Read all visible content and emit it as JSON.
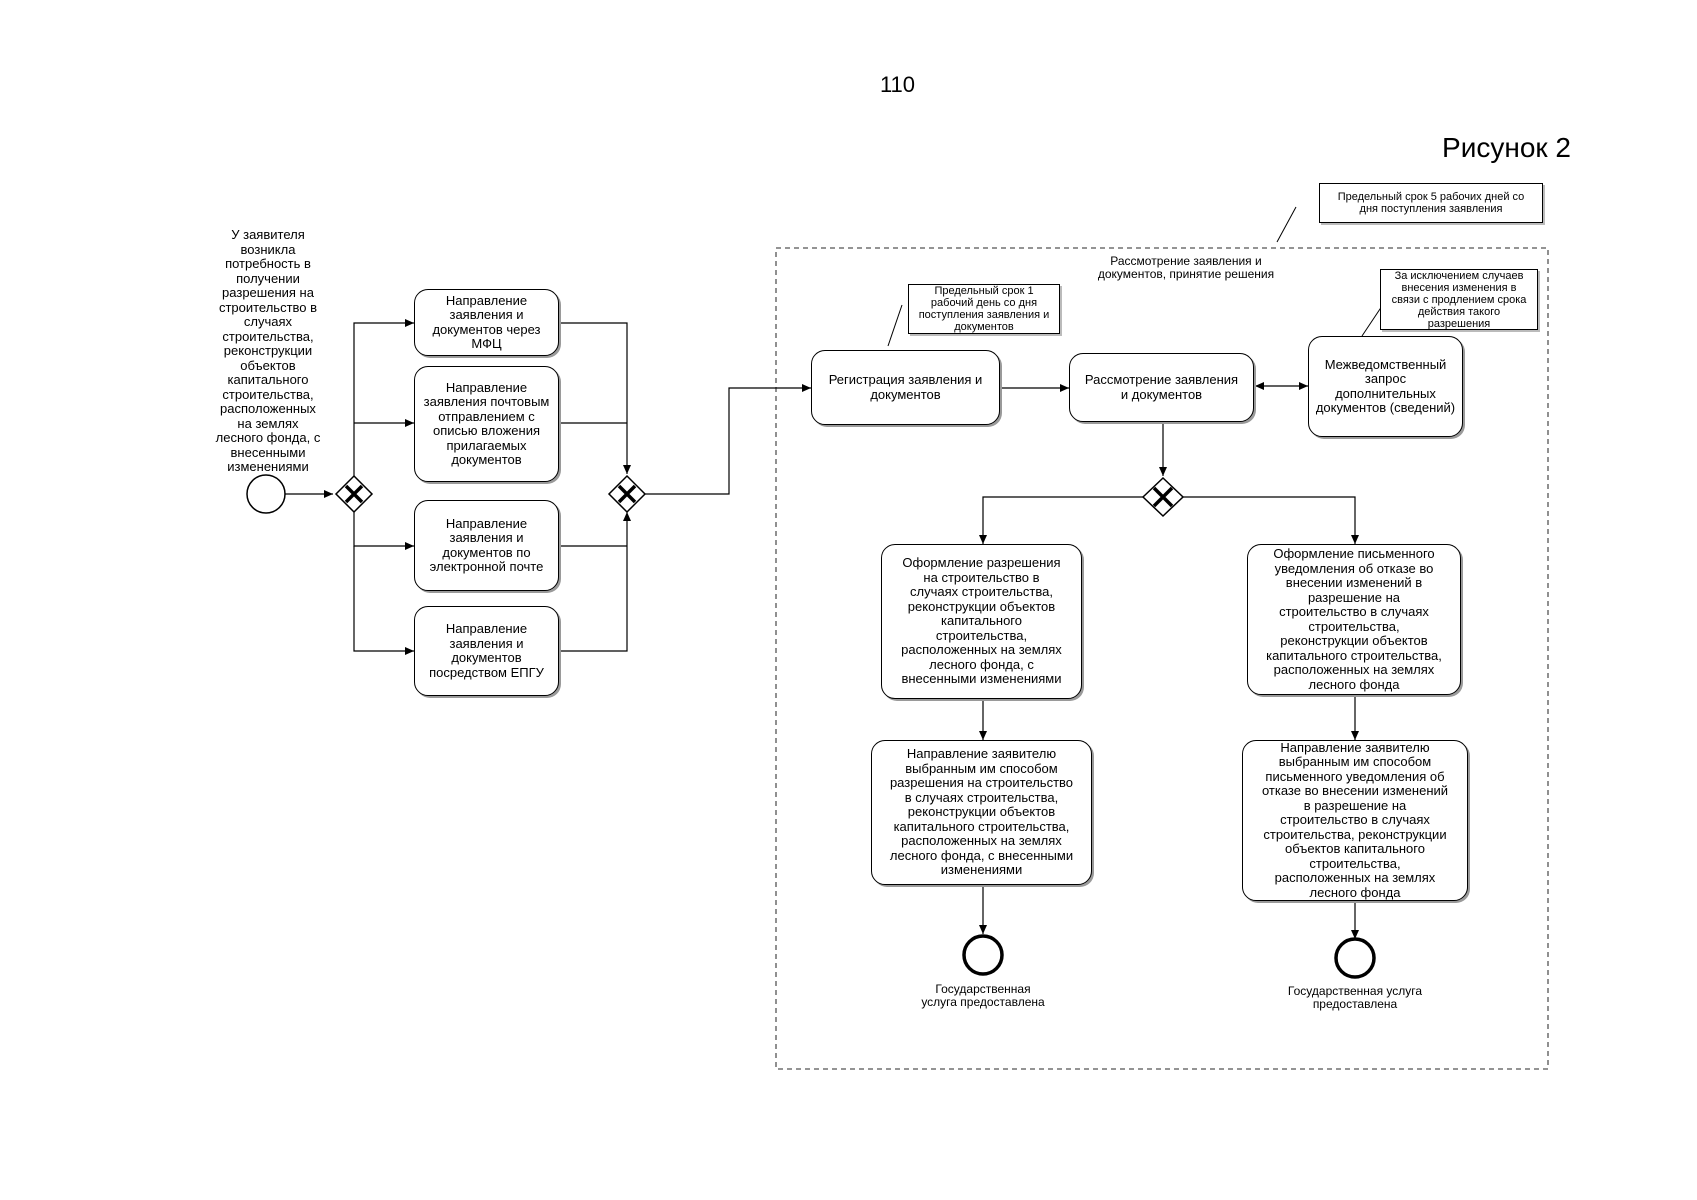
{
  "page_number": "110",
  "figure_title": "Рисунок 2",
  "start_event_label": "У заявителя возникла потребность в получении разрешения на строительство в случаях строительства, реконструкции объектов капитального строительства, расположенных на землях лесного фонда, с внесенными изменениями",
  "submission_channels": [
    "Направление заявления и документов через МФЦ",
    "Направление заявления почтовым отправлением с описью вложения прилагаемых документов",
    "Направление заявления и документов по электронной почте",
    "Направление заявления и документов посредством ЕПГУ"
  ],
  "pool": {
    "label": "Рассмотрение заявления и\nдокументов, принятие решения",
    "deadline_note": "Предельный срок 5 рабочих дней со\nдня поступления заявления"
  },
  "tasks": {
    "registration": "Регистрация заявления и\nдокументов",
    "registration_note": "Предельный срок 1\nрабочий день со дня\nпоступления заявления и\nдокументов",
    "review": "Рассмотрение заявления\nи документов",
    "interagency": "Межведомственный\nзапрос дополнительных\nдокументов (сведений)",
    "interagency_note": "За исключением случаев\nвнесения изменения в\nсвязи с продлением срока\nдействия такого\nразрешения",
    "issue_permit": "Оформление разрешения\nна строительство в\nслучаях строительства,\nреконструкции объектов\nкапитального\nстроительства,\nрасположенных на землях\nлесного фонда, с\nвнесенными изменениями",
    "send_permit": "Направление заявителю\nвыбранным им способом\nразрешения на строительство\nв случаях строительства,\nреконструкции объектов\nкапитального строительства,\nрасположенных на землях\nлесного фонда, с внесенными\nизменениями",
    "issue_refusal": "Оформление письменного\nуведомления об отказе во\nвнесении изменений в\nразрешение на\nстроительство в случаях\nстроительства,\nреконструкции объектов\nкапитального строительства,\nрасположенных на землях\nлесного фонда",
    "send_refusal": "Направление заявителю\nвыбранным им способом\nписьменного уведомления об\nотказе во внесении изменений\nв разрешение на\nстроительство в случаях\nстроительства, реконструкции\nобъектов капитального\nстроительства,\nрасположенных на землях\nлесного фонда"
  },
  "end_events": [
    "Государственная\nуслуга предоставлена",
    "Государственная услуга\nпредоставлена"
  ]
}
